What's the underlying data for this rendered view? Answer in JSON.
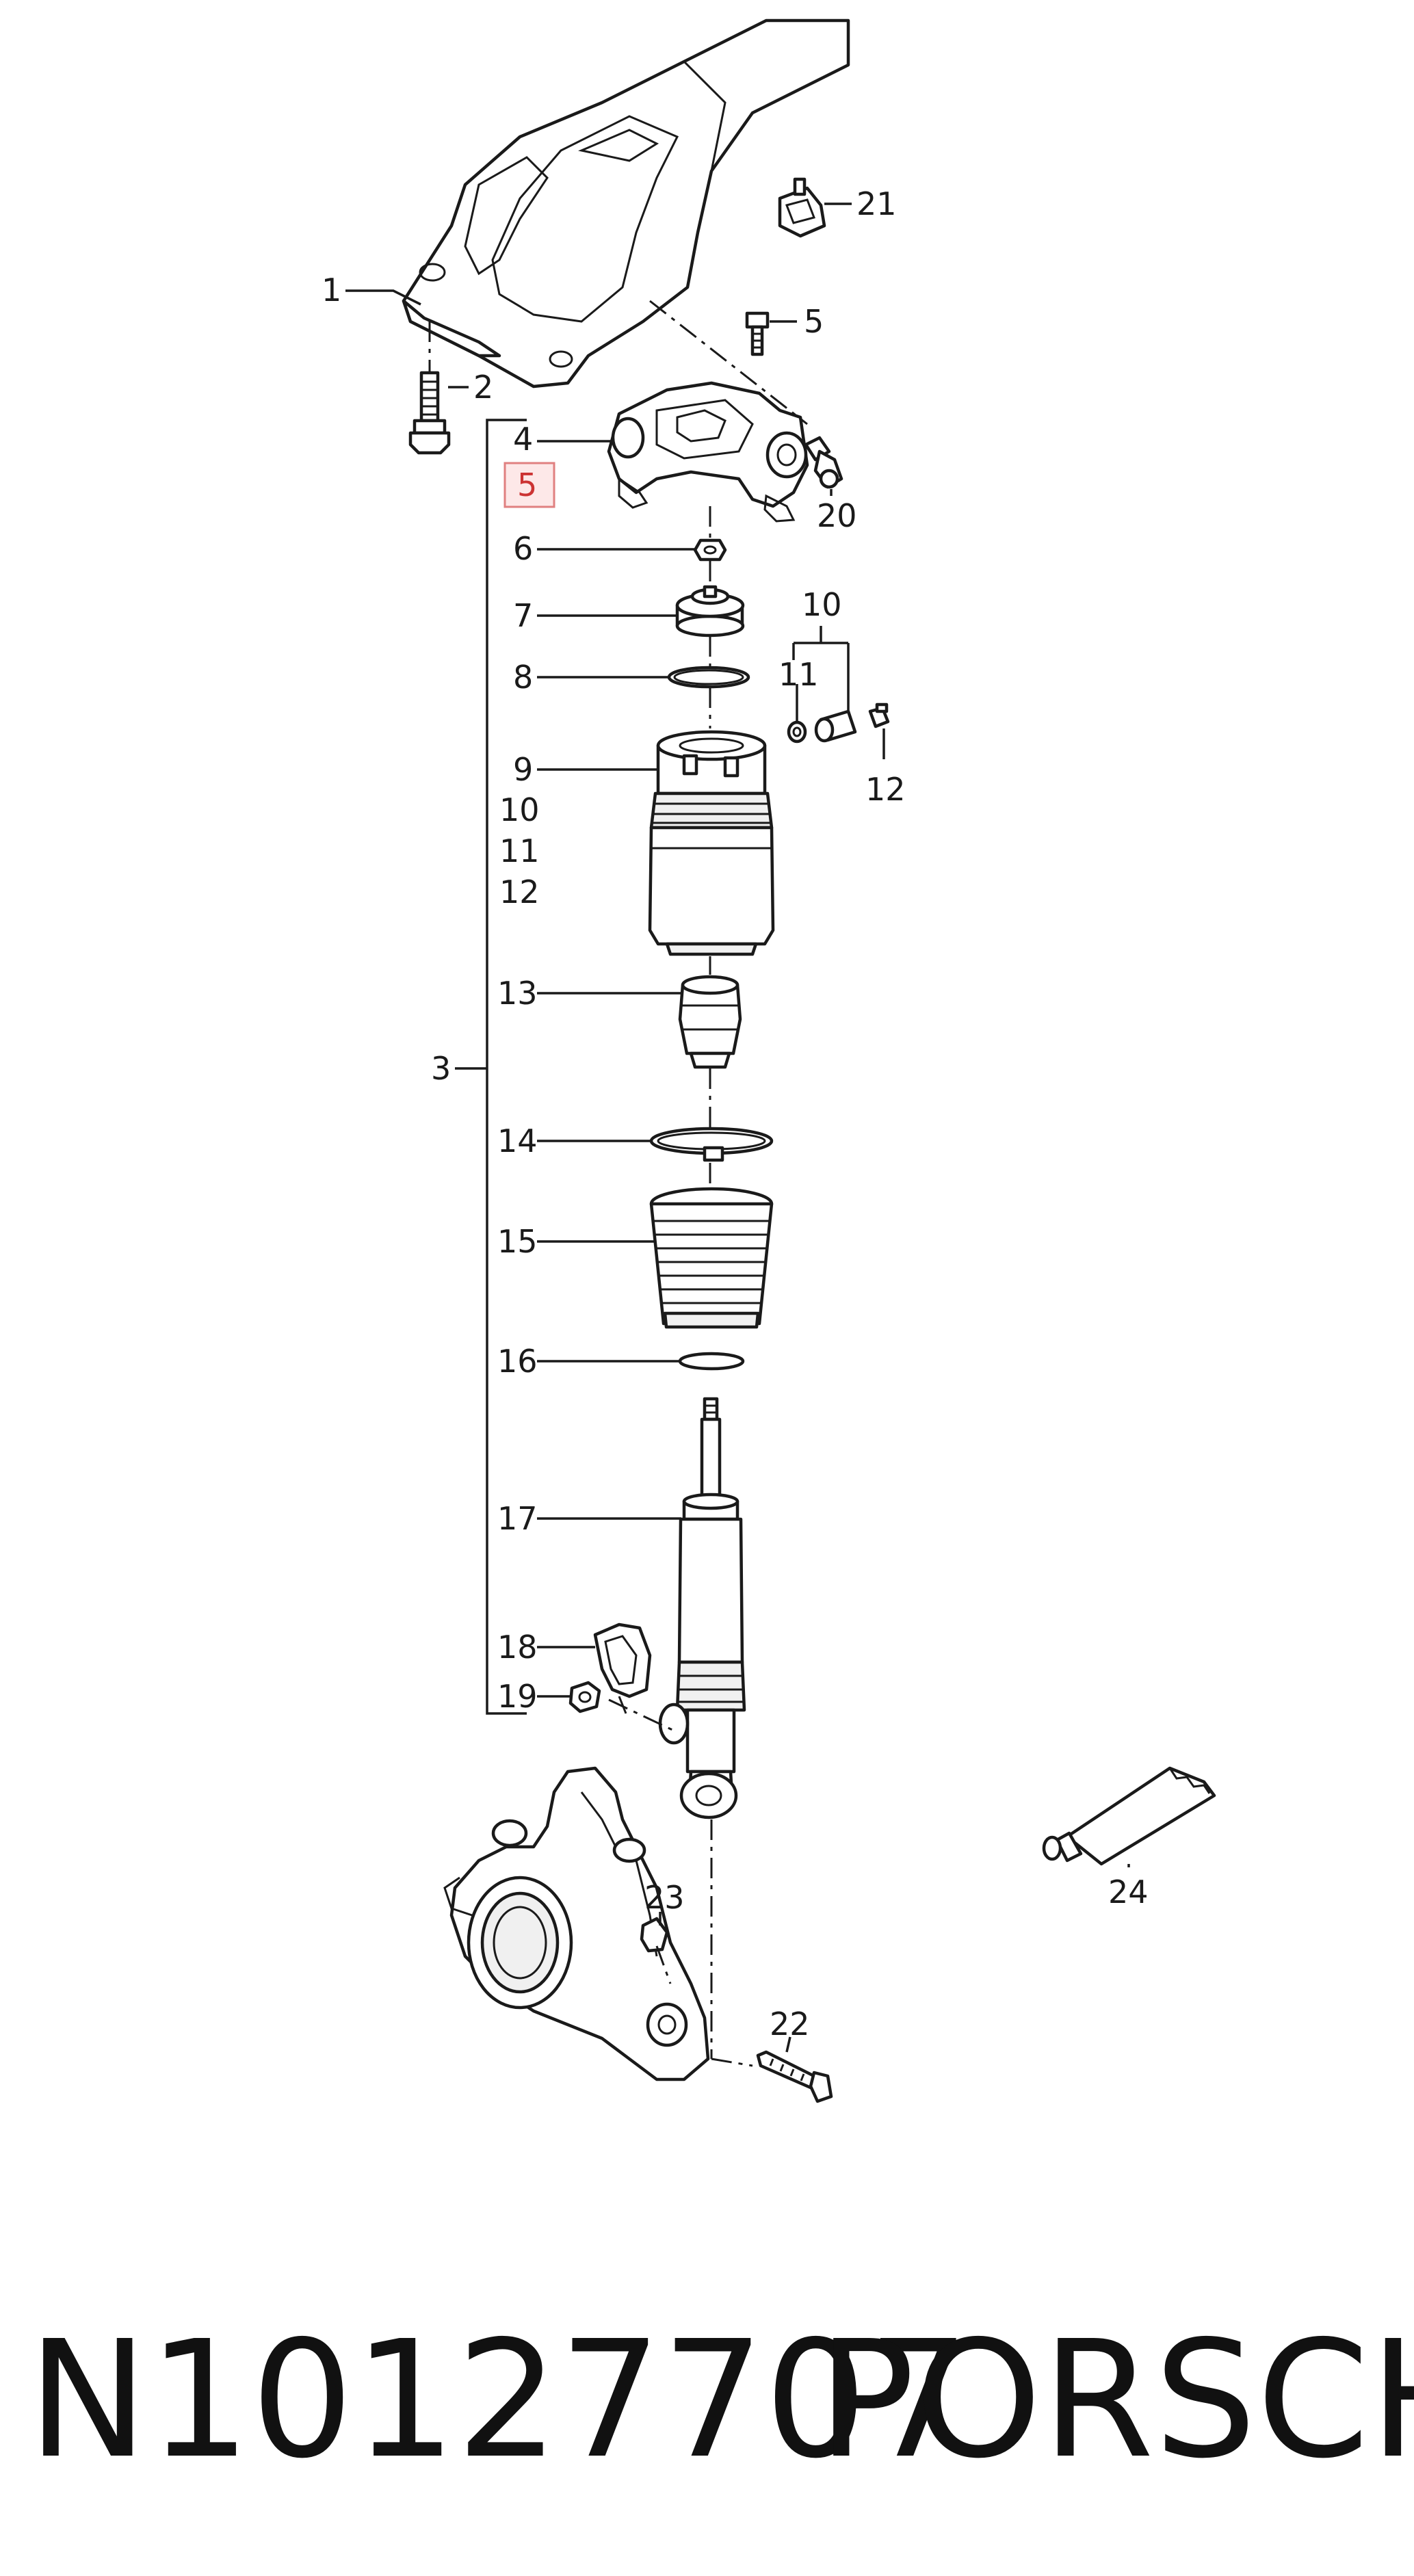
{
  "footer": {
    "part_number": "N10127707",
    "brand": "PORSCHE"
  },
  "callouts": {
    "c1": "1",
    "c2": "2",
    "c3": "3",
    "c4": "4",
    "c5_highlight": "5",
    "c5_top": "5",
    "c6": "6",
    "c7": "7",
    "c8": "8",
    "c9": "9",
    "c10_group": "10",
    "c10_list": "10",
    "c11_list": "11",
    "c11_part": "11",
    "c12_list": "12",
    "c12_part": "12",
    "c13": "13",
    "c14": "14",
    "c15": "15",
    "c16": "16",
    "c17": "17",
    "c18": "18",
    "c19": "19",
    "c20": "20",
    "c21": "21",
    "c22": "22",
    "c23": "23",
    "c24": "24"
  },
  "colors": {
    "highlight_border": "#e08080",
    "highlight_fill": "#fde8e8",
    "highlight_text": "#cc3333"
  }
}
